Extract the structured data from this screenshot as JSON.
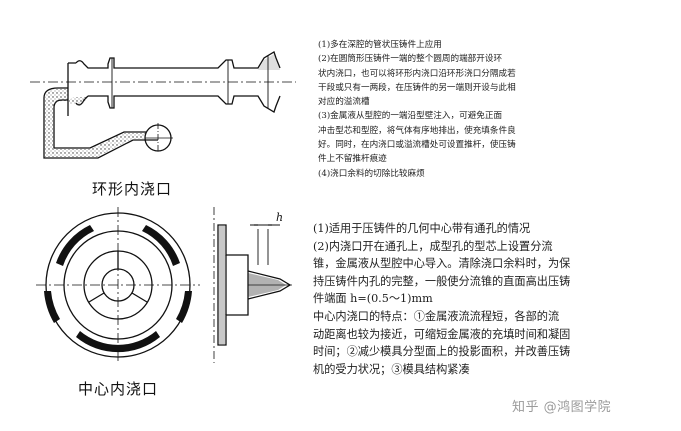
{
  "figures": {
    "ring_gate": {
      "caption": "环形内浇口"
    },
    "center_gate": {
      "caption": "中心内浇口",
      "dim_label": "h"
    }
  },
  "ring_notes": [
    "(1)多在深腔的管状压铸件上应用",
    "(2)在圆筒形压铸件一端的整个圆周的端部开设环",
    "状内浇口，也可以将环形内浇口沿环形浇口分隔成若",
    "干段或只有一两段，在压铸件的另一端则开设与此相",
    "对应的溢流槽",
    "(3)金属液从型腔的一端沿型壁注入，可避免正面",
    "冲击型芯和型腔，将气体有序地排出，使充填条件良",
    "好。同时，在内浇口或溢流槽处可设置推杆，使压铸",
    "件上不留推杆痕迹",
    "(4)浇口余料的切除比较麻烦"
  ],
  "center_notes": [
    "(1)适用于压铸件的几何中心带有通孔的情况",
    "(2)内浇口开在通孔上，成型孔的型芯上设置分流",
    "锥，金属液从型腔中心导入。清除浇口余料时，为保",
    "持压铸件内孔的完整，一般使分流锥的直面高出压铸",
    "件端面 h=(0.5～1)mm",
    "中心内浇口的特点：①金属液流流程短，各部的流",
    "动距离也较为接近，可缩短金属液的充填时间和凝固",
    "时间；②减少模具分型面上的投影面积，并改善压铸",
    "机的受力状况；③模具结构紧凑"
  ],
  "watermark": "知乎 @鸿图学院"
}
